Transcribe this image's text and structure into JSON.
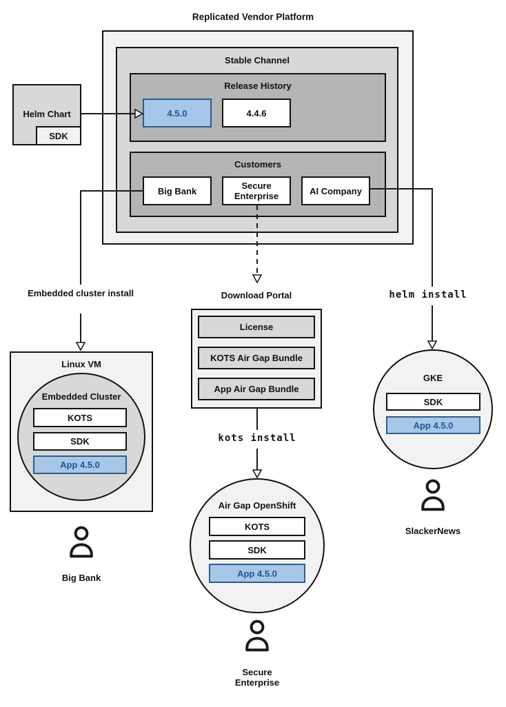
{
  "colors": {
    "accent_fill": "#a7c7e8",
    "accent_border": "#2c5d8f",
    "accent_text": "#1b5693",
    "gray_light": "#f2f2f2",
    "gray_mid": "#d8d8d8",
    "gray_dark": "#b5b5b5",
    "line": "#111111"
  },
  "title": "Replicated Vendor Platform",
  "platform": {
    "stable_channel": {
      "label": "Stable Channel",
      "release_history": {
        "label": "Release History",
        "releases": [
          {
            "version": "4.5.0",
            "highlighted": true
          },
          {
            "version": "4.4.6",
            "highlighted": false
          }
        ]
      },
      "customers": {
        "label": "Customers",
        "items": [
          {
            "name": "Big Bank"
          },
          {
            "name": "Secure Enterprise"
          },
          {
            "name": "AI Company"
          }
        ]
      }
    }
  },
  "helm_chart": {
    "label": "Helm Chart",
    "sdk": "SDK"
  },
  "flows": {
    "big_bank": {
      "edge_label": "Embedded cluster install",
      "vm_label": "Linux VM",
      "cluster_label": "Embedded Cluster",
      "components": [
        "KOTS",
        "SDK"
      ],
      "app": "App 4.5.0",
      "persona": "Big Bank",
      "persona_icon": "person-icon"
    },
    "secure_enterprise": {
      "portal": {
        "label": "Download Portal",
        "items": [
          "License",
          "KOTS Air Gap Bundle",
          "App Air Gap Bundle"
        ]
      },
      "edge_label": "kots install",
      "cluster_label": "Air Gap OpenShift",
      "components": [
        "KOTS",
        "SDK"
      ],
      "app": "App 4.5.0",
      "persona": "Secure Enterprise",
      "persona_icon": "person-icon"
    },
    "slackernews": {
      "edge_label": "helm install",
      "cluster_label": "GKE",
      "components": [
        "SDK"
      ],
      "app": "App 4.5.0",
      "persona": "SlackerNews",
      "persona_icon": "person-icon"
    }
  }
}
